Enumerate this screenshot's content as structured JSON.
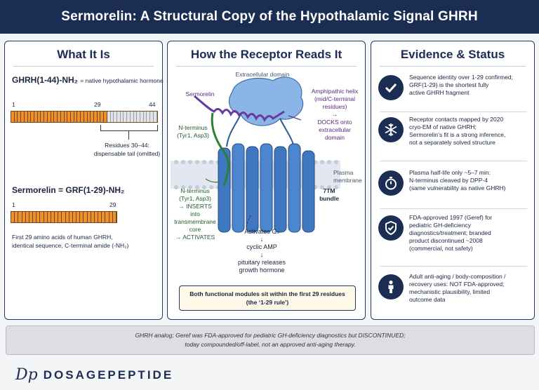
{
  "header": {
    "title": "Sermorelin: A Structural Copy of the Hypothalamic Signal GHRH"
  },
  "what_it_is": {
    "title": "What It Is",
    "ghrh_name": "GHRH(1-44)-NH₂",
    "ghrh_desc": "= native hypothalamic hormone",
    "ghrh_ticks": [
      "1",
      "29",
      "44"
    ],
    "ghrh_bar": {
      "total_residues": 44,
      "highlighted_residues": 29
    },
    "tail_label_line1": "Residues 30–44:",
    "tail_label_line2": "dispensable tail (omitted)",
    "serm_name": "Sermorelin",
    "serm_eq": "= GRF(1-29)-NH₂",
    "serm_ticks": [
      "1",
      "29"
    ],
    "serm_bar": {
      "total_residues": 29
    },
    "desc_line1": "First 29 amino acids of human GHRH,",
    "desc_line2": "identical sequence, C-terminal amide (-NH₂)"
  },
  "receptor": {
    "title": "How the Receptor Reads It",
    "extracellular": "Extracellular domain",
    "sermorelin": "Sermorelin",
    "helix_l1": "Amphipathic helix",
    "helix_l2": "(mid/C-terminal",
    "helix_l3": "residues)",
    "helix_l4": "→",
    "helix_l5": "DOCKS onto",
    "helix_l6": "extracellular",
    "helix_l7": "domain",
    "nterm_top_l1": "N-terminus",
    "nterm_top_l2": "(Tyr1, Asp3)",
    "plasma_l1": "Plasma",
    "plasma_l2": "membrane",
    "nterm_l1": "N-terminus",
    "nterm_l2": "(Tyr1, Asp3)",
    "nterm_l3": "→ INSERTS",
    "nterm_l4": "into",
    "nterm_l5": "transmembrane",
    "nterm_l6": "core",
    "nterm_l7": "→ ACTIVATES",
    "tm_l1": "7TM",
    "tm_l2": "bundle",
    "cascade_1": "Activates Gₛ",
    "cascade_2": "cyclic AMP",
    "cascade_3a": "pituitary releases",
    "cascade_3b": "growth hormone",
    "arrow": "↓",
    "callout_l1": "Both functional modules sit within the first 29 residues",
    "callout_l2": "(the ‘1-29 rule’)"
  },
  "evidence": {
    "title": "Evidence & Status",
    "items": [
      {
        "icon": "check-icon",
        "l1": "Sequence identity over 1-29 confirmed;",
        "l2": "GRF(1-29) is the shortest fully",
        "l3": "active GHRH fragment",
        "l4": ""
      },
      {
        "icon": "snowflake-icon",
        "l1": "Receptor contacts mapped by 2020",
        "l2": "cryo-EM of native GHRH;",
        "l3": "Sermorelin’s fit is a strong inference,",
        "l4": "not a separately solved structure"
      },
      {
        "icon": "stopwatch-icon",
        "l1": "Plasma half-life only ~5–7 min:",
        "l2": "N-terminus cleaved by DPP-4",
        "l3": "(same vulnerability as native GHRH)",
        "l4": ""
      },
      {
        "icon": "shield-check-icon",
        "l1": "FDA-approved 1997 (Geref) for",
        "l2": "pediatric GH-deficiency",
        "l3": "diagnostics/treatment; branded",
        "l4": "product discontinued ~2008",
        "l5": "(commercial, not safety)"
      },
      {
        "icon": "person-icon",
        "l1": "Adult anti-aging / body-composition /",
        "l2": "recovery uses: NOT FDA-approved;",
        "l3": "mechanistic plausibility, limited",
        "l4": "outcome data"
      }
    ]
  },
  "footer": {
    "line1": "GHRH analog; Geref was FDA-approved for pediatric GH-deficiency diagnostics but DISCONTINUED;",
    "line2": "today compounded/off-label, not an approved anti-aging therapy."
  },
  "brand": {
    "mark": "Dp",
    "name": "DOSAGEPEPTIDE"
  },
  "colors": {
    "navy": "#1b2d52",
    "orange": "#f0902a",
    "purple": "#6a3aa0",
    "green": "#2e7d3b",
    "receptor_blue": "#3f78c0"
  }
}
